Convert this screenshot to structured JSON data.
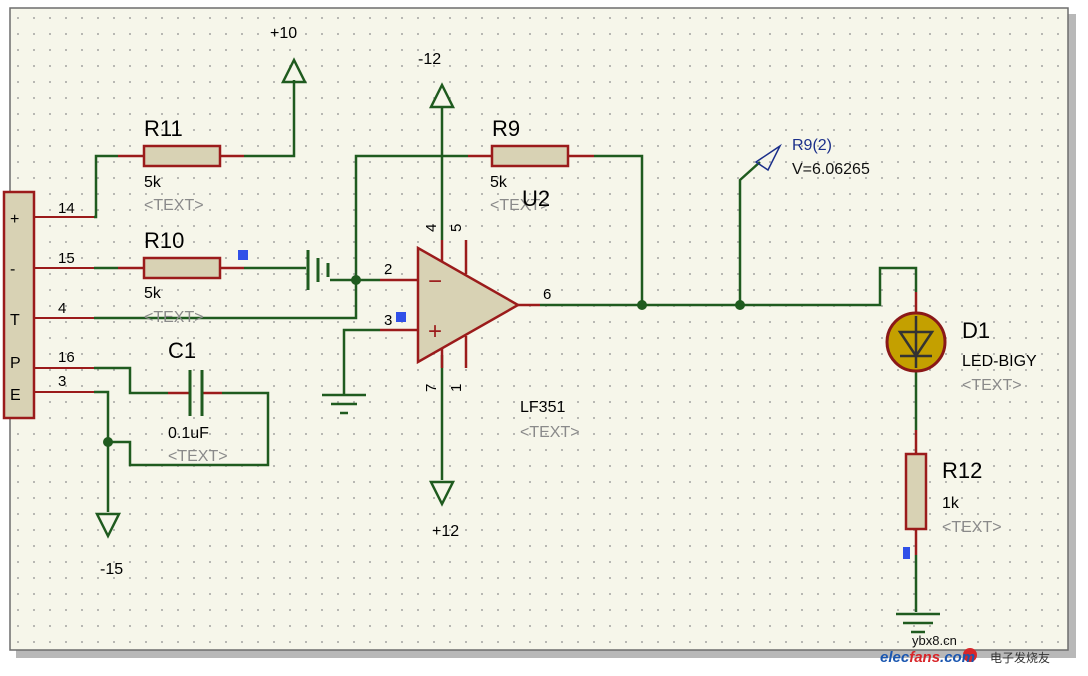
{
  "schematic": {
    "rails": {
      "pos10": "+10",
      "neg12": "-12",
      "pos12": "+12",
      "neg15": "-15"
    },
    "components": {
      "r11": {
        "ref": "R11",
        "value": "5k",
        "text": "<TEXT>"
      },
      "r10": {
        "ref": "R10",
        "value": "5k",
        "text": "<TEXT>"
      },
      "c1": {
        "ref": "C1",
        "value": "0.1uF",
        "text": "<TEXT>"
      },
      "r9": {
        "ref": "R9",
        "value": "5k",
        "text": "<TEXT>"
      },
      "u2": {
        "ref": "U2",
        "value": "LF351",
        "text": "<TEXT>"
      },
      "d1": {
        "ref": "D1",
        "value": "LED-BIGY",
        "text": "<TEXT>"
      },
      "r12": {
        "ref": "R12",
        "value": "1k",
        "text": "<TEXT>"
      }
    },
    "connector_pins": [
      "14",
      "15",
      "4",
      "16",
      "3"
    ],
    "connector_letters": [
      "+",
      "-",
      "T",
      "P",
      "E"
    ],
    "opamp_pins": {
      "inv_in": "2",
      "noninv_in": "3",
      "out": "6",
      "top_left": "4",
      "top_right": "5",
      "bottom_left": "7",
      "bottom_right": "1"
    },
    "opamp_signs": {
      "minus": "−",
      "plus": "+"
    },
    "probe": {
      "name": "R9(2)",
      "value": "V=6.06265"
    }
  },
  "watermark": {
    "site": "ybx8.cn",
    "brand_left": "elec",
    "brand_mid": "fans",
    "brand_right": ".com",
    "brand_cn": "电子发烧友"
  },
  "colors": {
    "wire": "#1f5b1f",
    "pin": "#9b1b1b",
    "body_fill": "#d8d2b4",
    "led_fill": "#c4a000",
    "probe": "#1b2f8a",
    "marker": "#3050e8"
  }
}
